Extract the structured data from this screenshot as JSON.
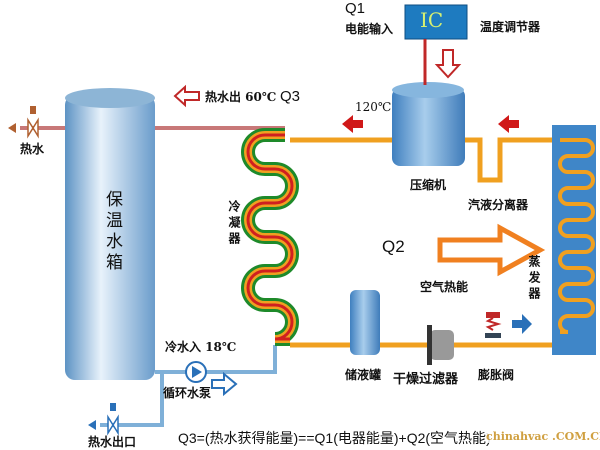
{
  "title_labels": {
    "q1": "Q1",
    "power_input": "电能输入",
    "ic": "IC",
    "thermostat": "温度调节器",
    "hot_water": "热水",
    "hot_out": "热水出 60℃",
    "q3": "Q3",
    "temp_120": "120℃",
    "tank": "保温水箱",
    "condenser": "冷凝器",
    "compressor": "压缩机",
    "separator": "汽液分离器",
    "q2": "Q2",
    "air_heat": "空气热能",
    "evaporator": "蒸发器",
    "cold_in": "冷水入 18℃",
    "pump": "循环水泵",
    "receiver": "储液罐",
    "filter": "干燥过滤器",
    "expansion_valve": "膨胀阀",
    "hot_outlet": "热水出口",
    "formula": "Q3=(热水获得能量)==Q1(电器能量)+Q2(空气热能)",
    "watermark": "chinahvac .COM.CN"
  },
  "colors": {
    "pipe": "#f0a020",
    "water_pipe": "#c04040",
    "tank": "#7fb3d8",
    "ic": "#1e7bc0",
    "arrow_red": "#d01818",
    "arrow_blue": "#2a70b8"
  }
}
